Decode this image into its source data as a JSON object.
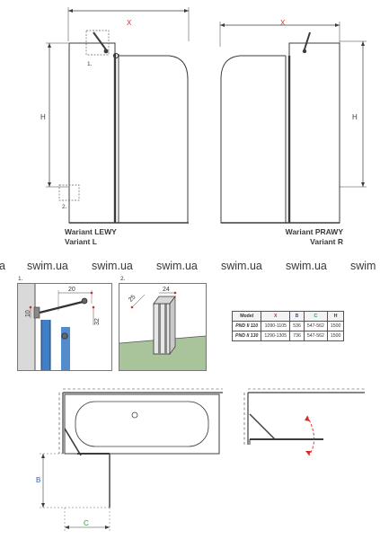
{
  "top_drawing": {
    "left": {
      "dim_width": "X",
      "dim_height": "H",
      "marker_1": "1.",
      "marker_2": "2.",
      "label_line1": "Wariant LEWY",
      "label_line2": "Variant L"
    },
    "right": {
      "dim_width": "X",
      "dim_height": "H",
      "label_line1": "Wariant PRAWY",
      "label_line2": "Variant R"
    }
  },
  "watermarks": [
    "a",
    "swim.ua",
    "swim.ua",
    "swim.ua",
    "swim.ua",
    "swim.ua",
    "swim"
  ],
  "details": {
    "detail_1": {
      "marker": "1.",
      "dim_20": "20",
      "dim_10": "10",
      "dim_32": "32"
    },
    "detail_2": {
      "marker": "2.",
      "dim_24": "24",
      "dim_25": "25"
    }
  },
  "spec_table": {
    "headers": [
      "Model",
      "X",
      "B",
      "C",
      "H"
    ],
    "header_colors": [
      "#222222",
      "#d22b2b",
      "#1f5fbf",
      "#2e9c3a",
      "#222222"
    ],
    "rows": [
      [
        "PND II 110",
        "1090-1105",
        "536",
        "547-562",
        "1500"
      ],
      [
        "PND II 130",
        "1290-1305",
        "736",
        "547-562",
        "1500"
      ]
    ]
  },
  "bottom_drawing": {
    "dim_b": "B",
    "dim_c": "C"
  },
  "colors": {
    "line": "#3c3c3c",
    "frame": "#555555",
    "glass_blue": "#3f7fc6",
    "wall_green": "#a9c39a",
    "arrow_red": "#d22b2b",
    "dim_marker": "#d22b2b"
  }
}
